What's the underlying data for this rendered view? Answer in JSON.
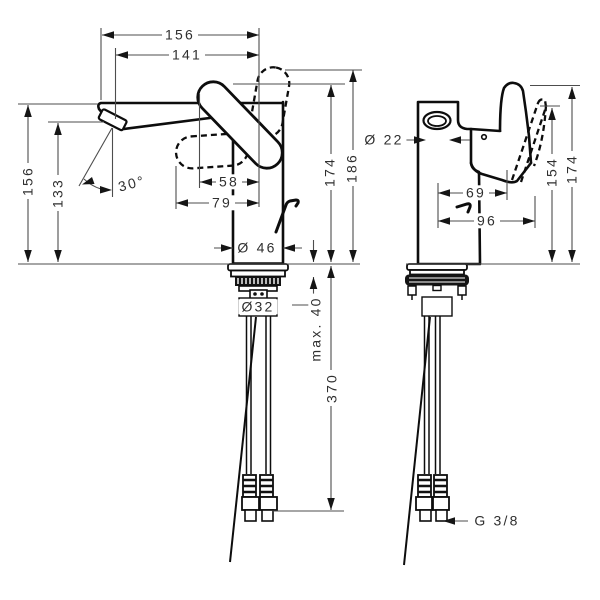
{
  "drawing": {
    "type": "technical-dimension-drawing",
    "subject": "single-lever basin mixer, side view and front view with installation dimensions"
  },
  "dims": {
    "spout_reach_total": "156",
    "spout_reach_outlet": "141",
    "spout_height": "156",
    "outlet_height": "133",
    "spray_angle": "30°",
    "handle_depth": "58",
    "handle_reach": "79",
    "body_diameter": "Ø 46",
    "height_handle": "174",
    "height_handle_open": "186",
    "shank_diameter": "Ø32",
    "max_counter_thickness": "max. 40",
    "hose_length": "370",
    "outlet_diameter": "Ø 22",
    "handle_offset": "69",
    "handle_swing": "96",
    "height_154": "154",
    "height_174": "174",
    "thread": "G 3/8"
  }
}
